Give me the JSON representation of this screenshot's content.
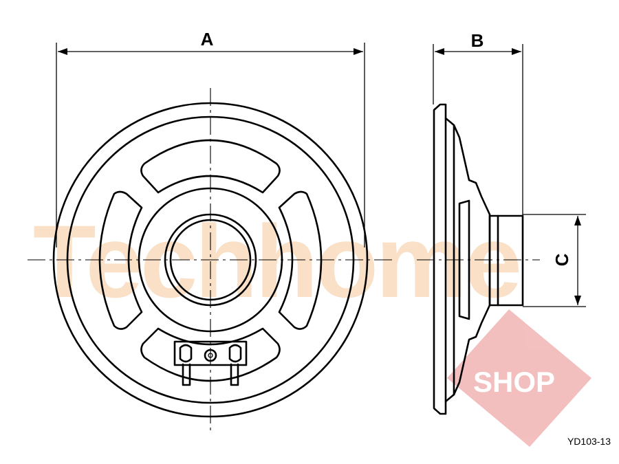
{
  "dimensions": {
    "a_label": "A",
    "b_label": "B",
    "c_label": "C"
  },
  "part_code": "YD103-13",
  "watermark": {
    "brand_text": "Techhome",
    "shop_text": "SHOP",
    "brand_color": "#f5c79a",
    "shop_color": "#e98a8a"
  }
}
